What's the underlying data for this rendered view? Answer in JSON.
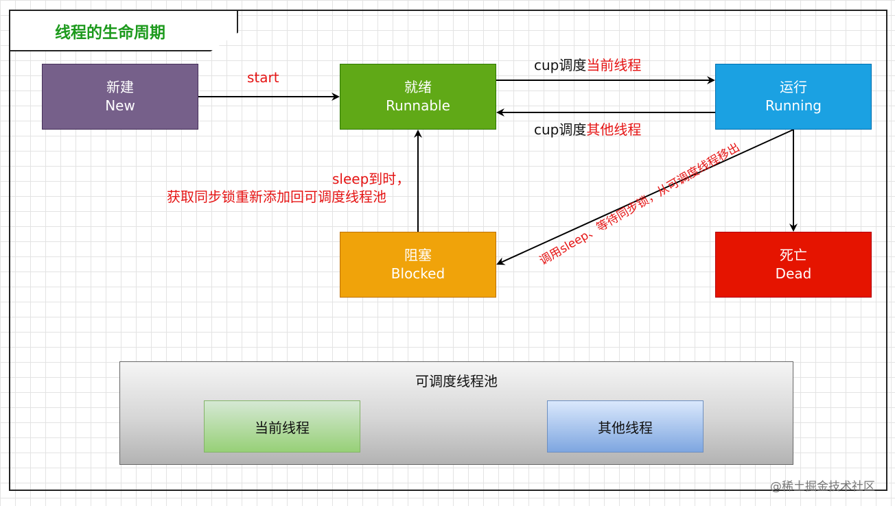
{
  "title": "线程的生命周期",
  "nodes": {
    "new": {
      "cn": "新建",
      "en": "New",
      "color": "#76608a"
    },
    "runnable": {
      "cn": "就绪",
      "en": "Runnable",
      "color": "#60a917"
    },
    "running": {
      "cn": "运行",
      "en": "Running",
      "color": "#1ba1e2"
    },
    "blocked": {
      "cn": "阻塞",
      "en": "Blocked",
      "color": "#f0a30a"
    },
    "dead": {
      "cn": "死亡",
      "en": "Dead",
      "color": "#e51400"
    }
  },
  "edges": {
    "start": "start",
    "schedule_current_prefix": "cup调度",
    "schedule_current_suffix": "当前线程",
    "schedule_other_prefix": "cup调度",
    "schedule_other_suffix": "其他线程",
    "wake_line1": "sleep到时，",
    "wake_line2": "获取同步锁重新添加回可调度线程池",
    "block": "调用sleep、等待同步锁，从可调度线程移出"
  },
  "pool": {
    "title": "可调度线程池",
    "current": "当前线程",
    "other": "其他线程"
  },
  "watermark": "@稀土掘金技术社区"
}
